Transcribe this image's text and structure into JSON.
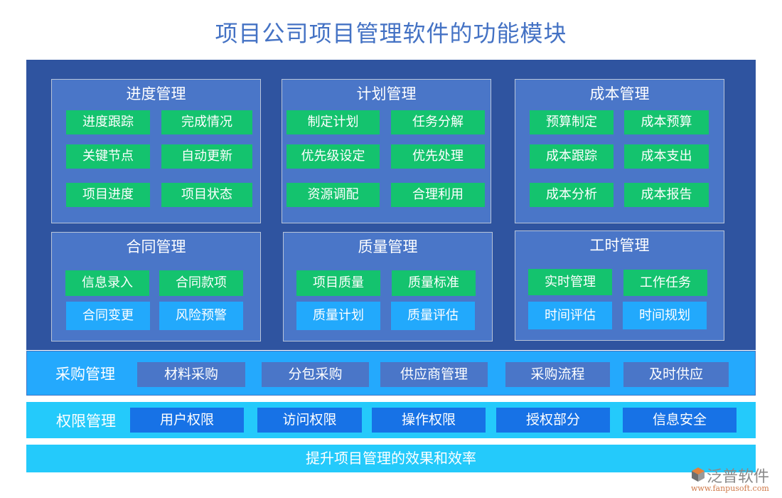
{
  "title": "项目公司项目管理软件的功能模块",
  "colors": {
    "title": "#4472c4",
    "main_panel": "#2f54a0",
    "module_bg": "#4a76c8",
    "chip_green": "#14c36e",
    "chip_blue": "#22a9fc",
    "procurement_band": "#24a9fd",
    "permission_band": "#24cafb",
    "permission_chip": "#1772e6"
  },
  "modules": [
    {
      "title": "进度管理",
      "items": [
        "进度跟踪",
        "完成情况",
        "关键节点",
        "自动更新",
        "项目进度",
        "项目状态"
      ]
    },
    {
      "title": "计划管理",
      "items": [
        "制定计划",
        "任务分解",
        "优先级设定",
        "优先处理",
        "资源调配",
        "合理利用"
      ]
    },
    {
      "title": "成本管理",
      "items": [
        "预算制定",
        "成本预算",
        "成本跟踪",
        "成本支出",
        "成本分析",
        "成本报告"
      ]
    },
    {
      "title": "合同管理",
      "items": [
        "信息录入",
        "合同款项",
        "合同变更",
        "风险预警"
      ]
    },
    {
      "title": "质量管理",
      "items": [
        "项目质量",
        "质量标准",
        "质量计划",
        "质量评估"
      ]
    },
    {
      "title": "工时管理",
      "items": [
        "实时管理",
        "工作任务",
        "时间评估",
        "时间规划"
      ]
    }
  ],
  "procurement": {
    "label": "采购管理",
    "items": [
      "材料采购",
      "分包采购",
      "供应商管理",
      "采购流程",
      "及时供应"
    ]
  },
  "permissions": {
    "label": "权限管理",
    "items": [
      "用户权限",
      "访问权限",
      "操作权限",
      "授权部分",
      "信息安全"
    ]
  },
  "footer": "提升项目管理的效果和效率",
  "watermark": {
    "name": "泛普软件",
    "url": "www.fanpusoft.com"
  }
}
